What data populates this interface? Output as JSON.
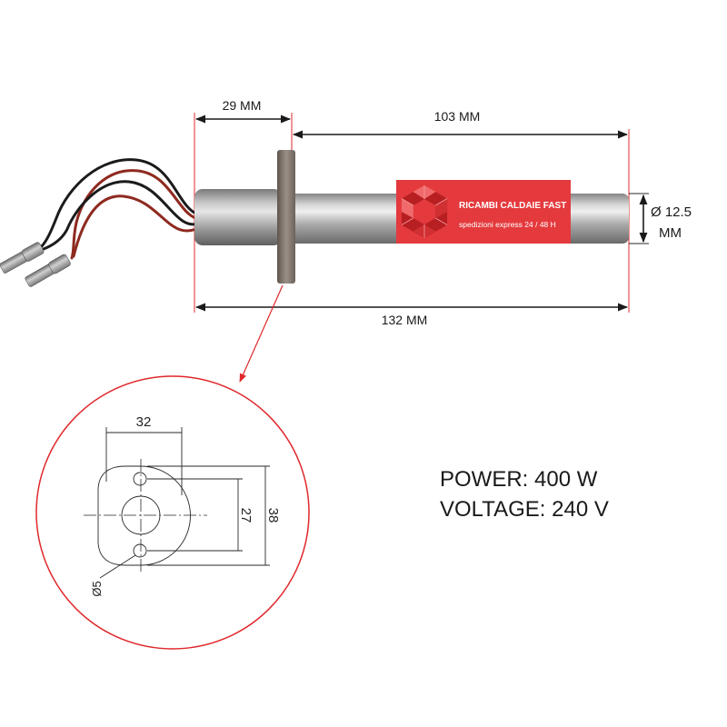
{
  "dimensions": {
    "flange_offset": "29 MM",
    "rod_length": "103 MM",
    "total_length": "132 MM",
    "diameter": "Ø 12.5",
    "diameter_unit": "MM"
  },
  "logo": {
    "brand": "RICAMBI CALDAIE FAST",
    "tagline": "spedizioni express 24 / 48 H",
    "icon": "cube-hexagon-icon"
  },
  "flange_detail": {
    "width": "32",
    "height": "38",
    "hole_spacing": "27",
    "hole_diameter": "Ø5"
  },
  "specs": {
    "power": "POWER: 400 W",
    "voltage": "VOLTAGE: 240 V"
  },
  "colors": {
    "accent": "#e0282c",
    "logo_bg": "#e43a3d",
    "text": "#1a1a1a"
  }
}
